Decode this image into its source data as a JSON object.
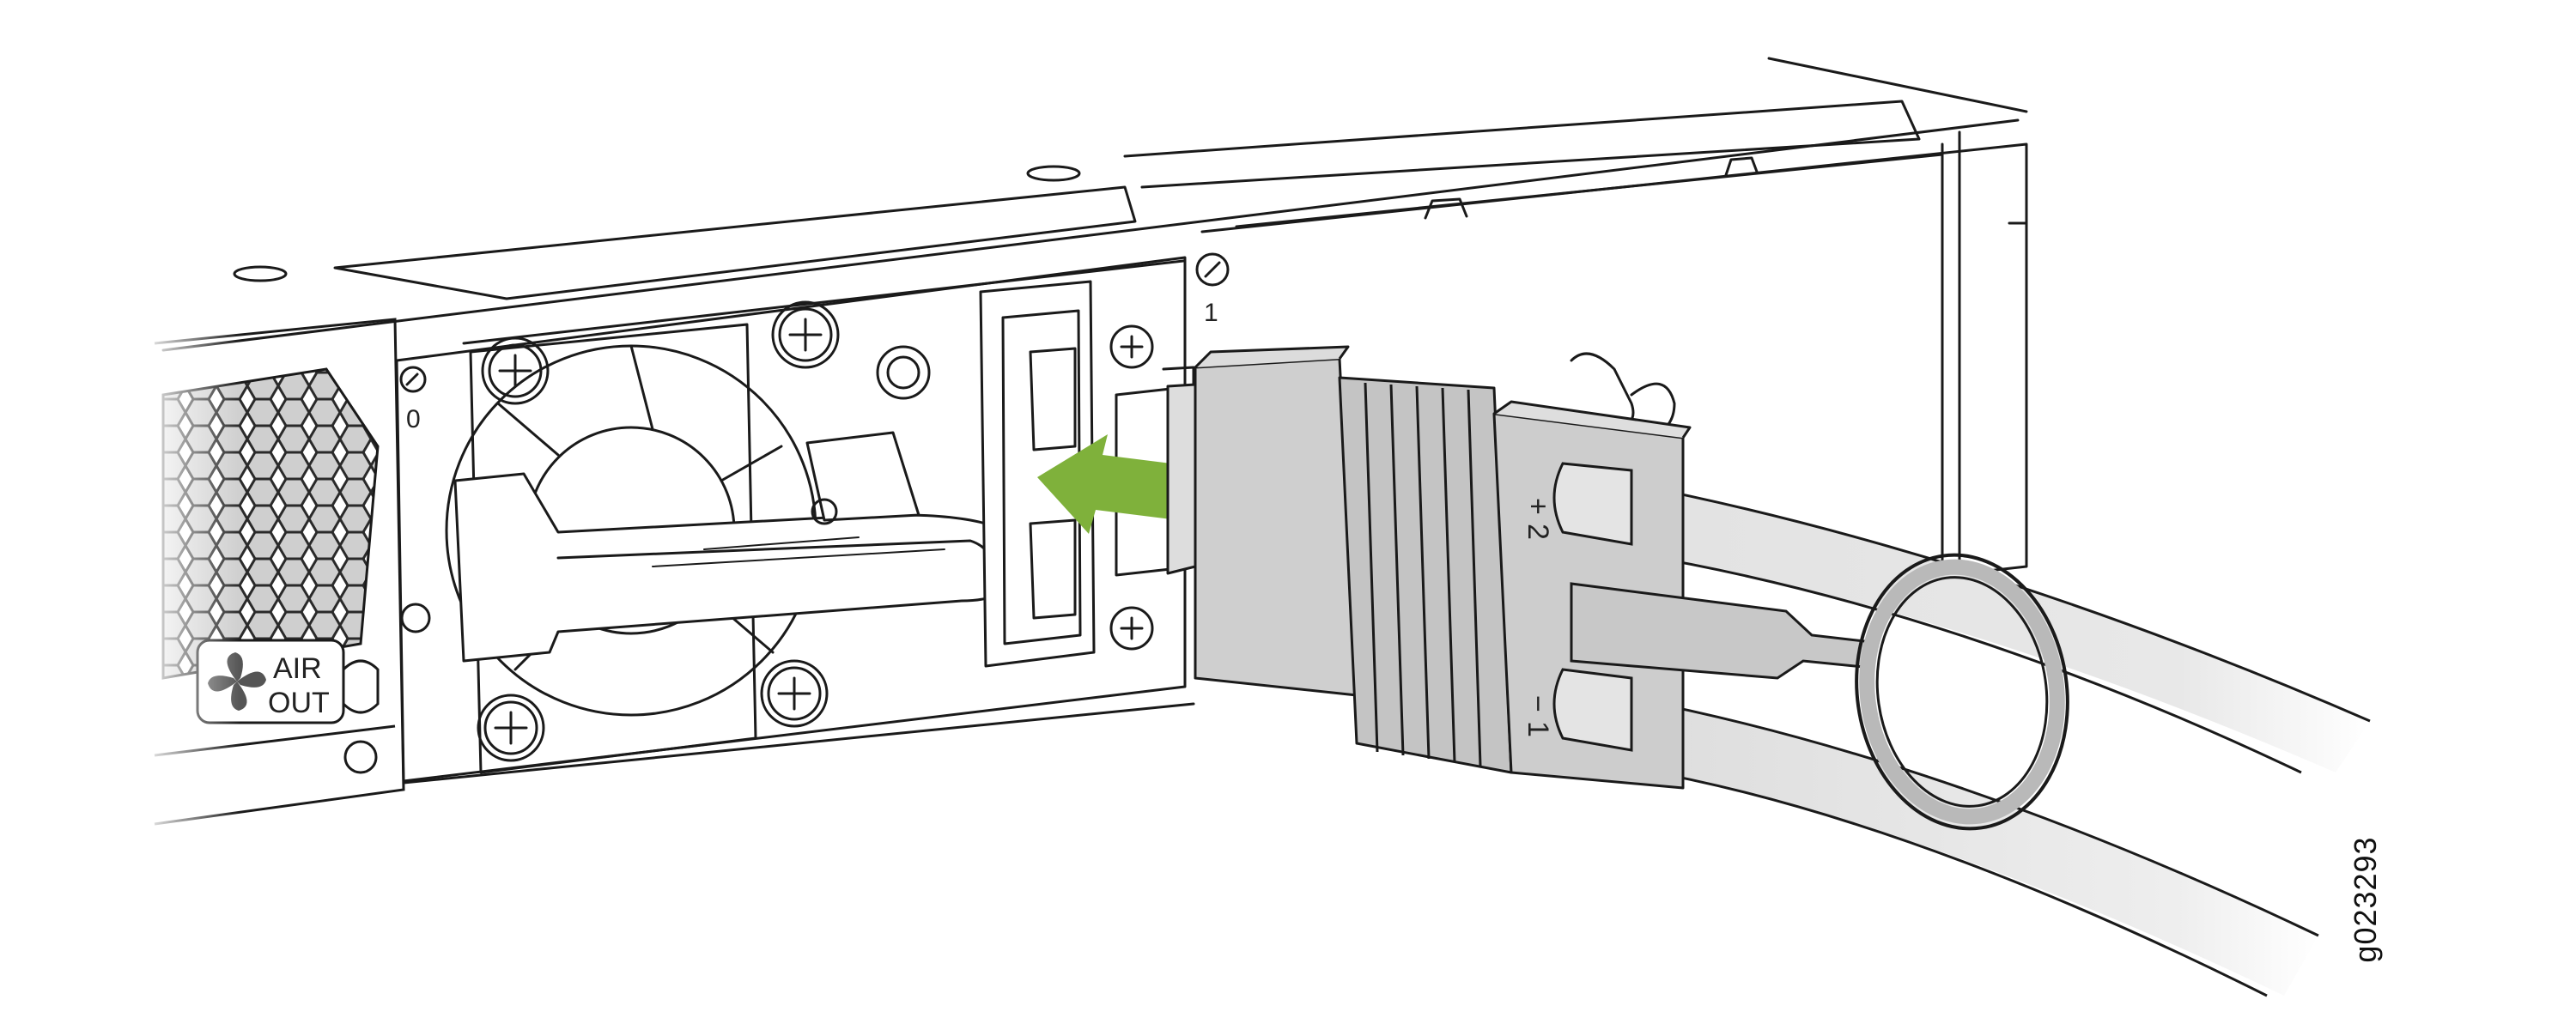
{
  "labels": {
    "psu_slot_0": "0",
    "psu_slot_1": "1",
    "air_out_line1": "AIR",
    "air_out_line2": "OUT",
    "terminal_plus": "+",
    "terminal_plus_num": "2",
    "terminal_minus": "−",
    "terminal_minus_num": "1",
    "figure_id": "g023293"
  },
  "colors": {
    "insert_arrow": "#7fb13b",
    "connector_body": "#c8c8c8",
    "cable_fill": "#e2e2e2",
    "line": "#1a1a1a"
  },
  "icons": {
    "power_symbol": "power-icon",
    "fan_symbol": "fan-icon",
    "screw": "phillips-screw-icon"
  }
}
